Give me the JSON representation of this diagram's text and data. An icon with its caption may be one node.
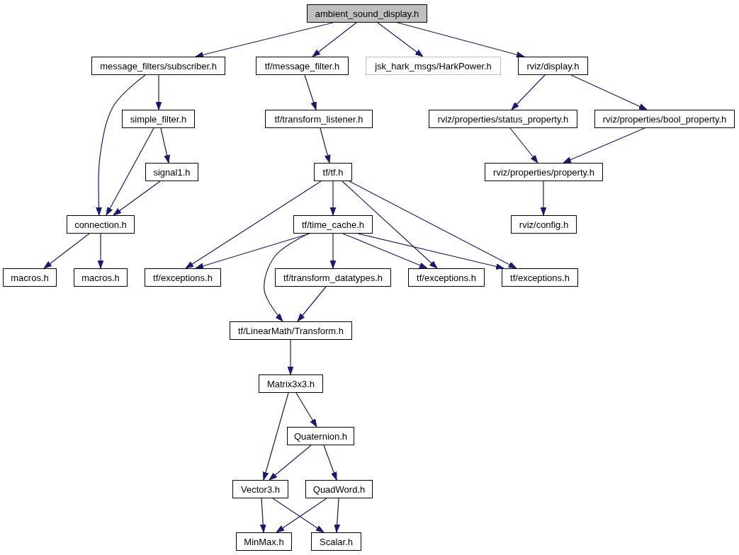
{
  "diagram": {
    "nodes": [
      {
        "text": [
          "ambient_sound_display.h"
        ]
      },
      {
        "text": [
          "message_filters/subscriber.h"
        ]
      },
      {
        "text": [
          "tf/message_filter.h"
        ]
      },
      {
        "text": [
          "jsk_hark_msgs/HarkPower.h"
        ]
      },
      {
        "text": [
          "rviz/display.h"
        ]
      },
      {
        "text": [
          "simple_filter.h"
        ]
      },
      {
        "text": [
          "tf/transform_listener.h"
        ]
      },
      {
        "text": [
          "rviz/properties/status_property.h"
        ]
      },
      {
        "text": [
          "rviz/properties/bool_property.h"
        ]
      },
      {
        "text": [
          "signal1.h"
        ]
      },
      {
        "text": [
          "tf/tf.h"
        ]
      },
      {
        "text": [
          "rviz/properties/property.h"
        ]
      },
      {
        "text": [
          "connection.h"
        ]
      },
      {
        "text": [
          "tf/time_cache.h"
        ]
      },
      {
        "text": [
          "rviz/config.h"
        ]
      },
      {
        "text": [
          "macros.h"
        ]
      },
      {
        "text": [
          "macros.h"
        ]
      },
      {
        "text": [
          "tf/exceptions.h"
        ]
      },
      {
        "text": [
          "tf/transform_datatypes.h"
        ]
      },
      {
        "text": [
          "tf/exceptions.h"
        ]
      },
      {
        "text": [
          "tf/exceptions.h"
        ]
      },
      {
        "text": [
          "tf/LinearMath/Transform.h"
        ]
      },
      {
        "text": [
          "Matrix3x3.h"
        ]
      },
      {
        "text": [
          "Quaternion.h"
        ]
      },
      {
        "text": [
          "Vector3.h"
        ]
      },
      {
        "text": [
          "QuadWord.h"
        ]
      },
      {
        "text": [
          "MinMax.h"
        ]
      },
      {
        "text": [
          "Scalar.h"
        ]
      }
    ],
    "edges": [
      {
        "from": 0,
        "to": 1,
        "arrow": "to"
      },
      {
        "from": 0,
        "to": 2,
        "arrow": "to"
      },
      {
        "from": 0,
        "to": 3,
        "arrow": "to"
      },
      {
        "from": 0,
        "to": 4,
        "arrow": "to"
      },
      {
        "from": 1,
        "to": 12,
        "arrow": "to"
      },
      {
        "from": 1,
        "to": 5,
        "arrow": "to"
      },
      {
        "from": 2,
        "to": 6,
        "arrow": "to"
      },
      {
        "from": 4,
        "to": 7,
        "arrow": "to"
      },
      {
        "from": 4,
        "to": 8,
        "arrow": "to"
      },
      {
        "from": 5,
        "to": 12,
        "arrow": "to"
      },
      {
        "from": 5,
        "to": 9,
        "arrow": "to"
      },
      {
        "from": 6,
        "to": 10,
        "arrow": "to"
      },
      {
        "from": 7,
        "to": 11,
        "arrow": "to"
      },
      {
        "from": 8,
        "to": 11,
        "arrow": "to"
      },
      {
        "from": 9,
        "to": 12,
        "arrow": "to"
      },
      {
        "from": 10,
        "to": 17,
        "arrow": "to"
      },
      {
        "from": 10,
        "to": 13,
        "arrow": "to"
      },
      {
        "from": 10,
        "to": 19,
        "arrow": "to"
      },
      {
        "from": 10,
        "to": 20,
        "arrow": "to"
      },
      {
        "from": 11,
        "to": 14,
        "arrow": "to"
      },
      {
        "from": 12,
        "to": 15,
        "arrow": "to"
      },
      {
        "from": 12,
        "to": 16,
        "arrow": "to"
      },
      {
        "from": 13,
        "to": 17,
        "arrow": "to"
      },
      {
        "from": 13,
        "to": 21,
        "arrow": "to"
      },
      {
        "from": 13,
        "to": 18,
        "arrow": "to"
      },
      {
        "from": 13,
        "to": 19,
        "arrow": "to"
      },
      {
        "from": 13,
        "to": 20,
        "arrow": "to"
      },
      {
        "from": 18,
        "to": 21,
        "arrow": "to"
      },
      {
        "from": 21,
        "to": 22,
        "arrow": "to"
      },
      {
        "from": 22,
        "to": 24,
        "arrow": "to"
      },
      {
        "from": 22,
        "to": 23,
        "arrow": "to"
      },
      {
        "from": 23,
        "to": 24,
        "arrow": "to"
      },
      {
        "from": 23,
        "to": 25,
        "arrow": "to"
      },
      {
        "from": 24,
        "to": 26,
        "arrow": "to"
      },
      {
        "from": 24,
        "to": 27,
        "arrow": "to"
      },
      {
        "from": 25,
        "to": 26,
        "arrow": "to"
      },
      {
        "from": 25,
        "to": 27,
        "arrow": "to"
      }
    ]
  }
}
